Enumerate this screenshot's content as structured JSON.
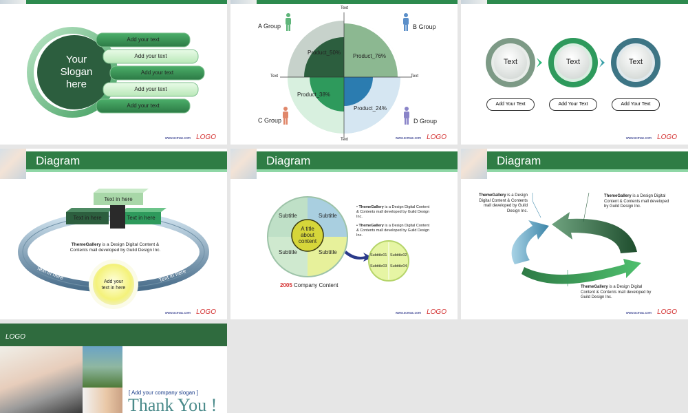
{
  "footer": {
    "url": "www.scmac.com",
    "logo": "LOGO"
  },
  "slide1": {
    "slogan_line1": "Your",
    "slogan_line2": "Slogan",
    "slogan_line3": "here",
    "bars": [
      "Add your text",
      "Add your text",
      "Add your text",
      "Add your text",
      "Add your text"
    ]
  },
  "slide2": {
    "axis_top": "Text",
    "axis_bottom": "Text",
    "axis_left": "Text",
    "axis_right": "Text",
    "group_a": "A Group",
    "group_b": "B Group",
    "group_c": "C Group",
    "group_d": "D Group",
    "chart_data": {
      "type": "pie",
      "labels": [
        "Product_50%",
        "Product_76%",
        "Product_38%",
        "Product_24%"
      ],
      "values": [
        50,
        76,
        38,
        24
      ]
    }
  },
  "slide3": {
    "circles": [
      "Text",
      "Text",
      "Text"
    ],
    "buttons": [
      "Add Your Text",
      "Add Your Text",
      "Add Your Text"
    ]
  },
  "slide4": {
    "title": "Diagram",
    "box_top": "Text in here",
    "box_left": "Text in here",
    "box_right": "Text in here",
    "center_bold": "ThemeGallery",
    "center_text": " is a Design Digital Content & Contents mall developed by Guild Design Inc.",
    "ring_left": "Text in here",
    "ring_right": "Text in here",
    "circle_line1": "Add your",
    "circle_line2": "text in here"
  },
  "slide5": {
    "title": "Diagram",
    "quadrants": [
      "Subtitle",
      "Subtitle",
      "Subtitle",
      "Subtitle"
    ],
    "center_line1": "A title",
    "center_line2": "about",
    "center_line3": "content",
    "small": [
      "Subtitle01",
      "Subtitle02",
      "Subtitle03",
      "Subtitle04"
    ],
    "bullet_bold": "ThemeGallery",
    "bullet_text": " is a Design Digital Content & Contents mall developed by Guild Design Inc.",
    "caption_year": "2005",
    "caption_text": " Company Content"
  },
  "slide6": {
    "title": "Diagram",
    "bold": "ThemeGallery",
    "text": " is a Design Digital Content & Contents mall developed by Guild Design Inc."
  },
  "slide7": {
    "logo": "LOGO",
    "slogan": "[ Add your company slogan ]",
    "thanks": "Thank You !"
  },
  "colors": {
    "brand_green": "#2f7d45",
    "logo_red": "#d32f2f",
    "url_blue": "#1a237e"
  }
}
